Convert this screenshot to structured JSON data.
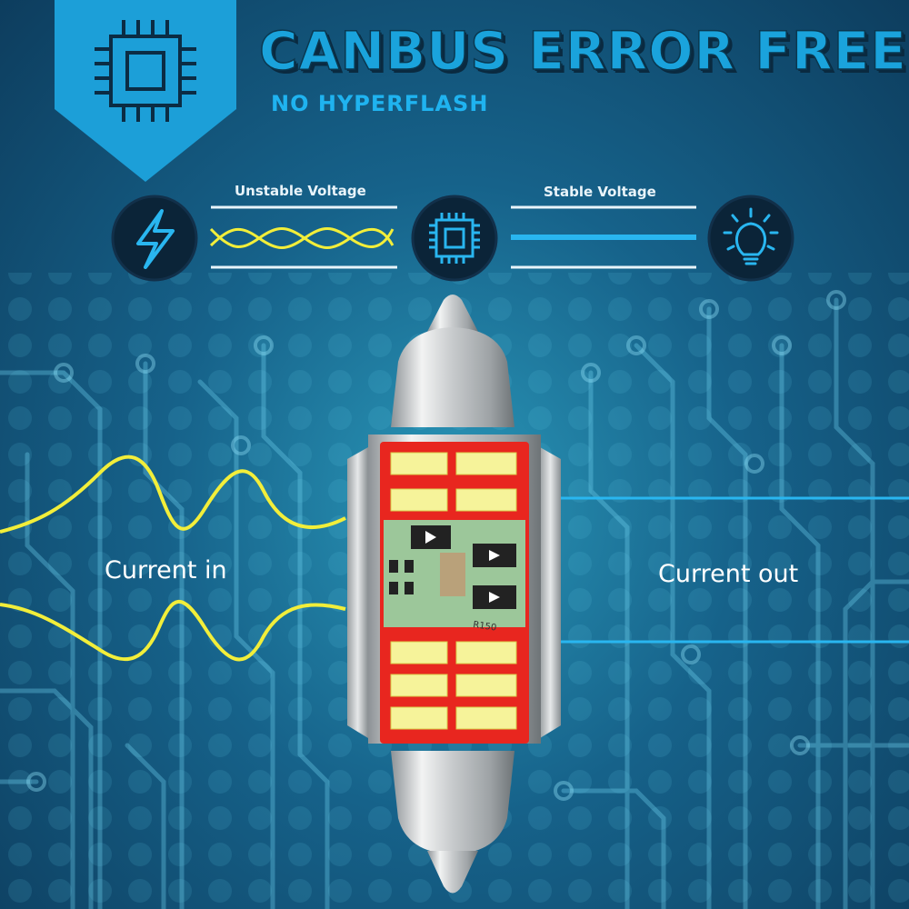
{
  "header": {
    "title": "CANBUS ERROR FREE",
    "subtitle": "NO HYPERFLASH"
  },
  "voltage": {
    "unstable_label": "Unstable Voltage",
    "stable_label": "Stable Voltage"
  },
  "current": {
    "in_label": "Current in",
    "out_label": "Current out"
  },
  "bulb": {
    "resistor_marking": "R150"
  },
  "colors": {
    "accent_blue": "#1aa3dc",
    "wave_yellow": "#f2ee3a",
    "stable_line": "#29b6f0",
    "pcb_red": "#e8261f",
    "led_yellow": "#f6f39a"
  },
  "icons": {
    "badge": "chip-icon",
    "unstable": "lightning-icon",
    "converter": "chip-icon",
    "output": "lightbulb-icon"
  }
}
